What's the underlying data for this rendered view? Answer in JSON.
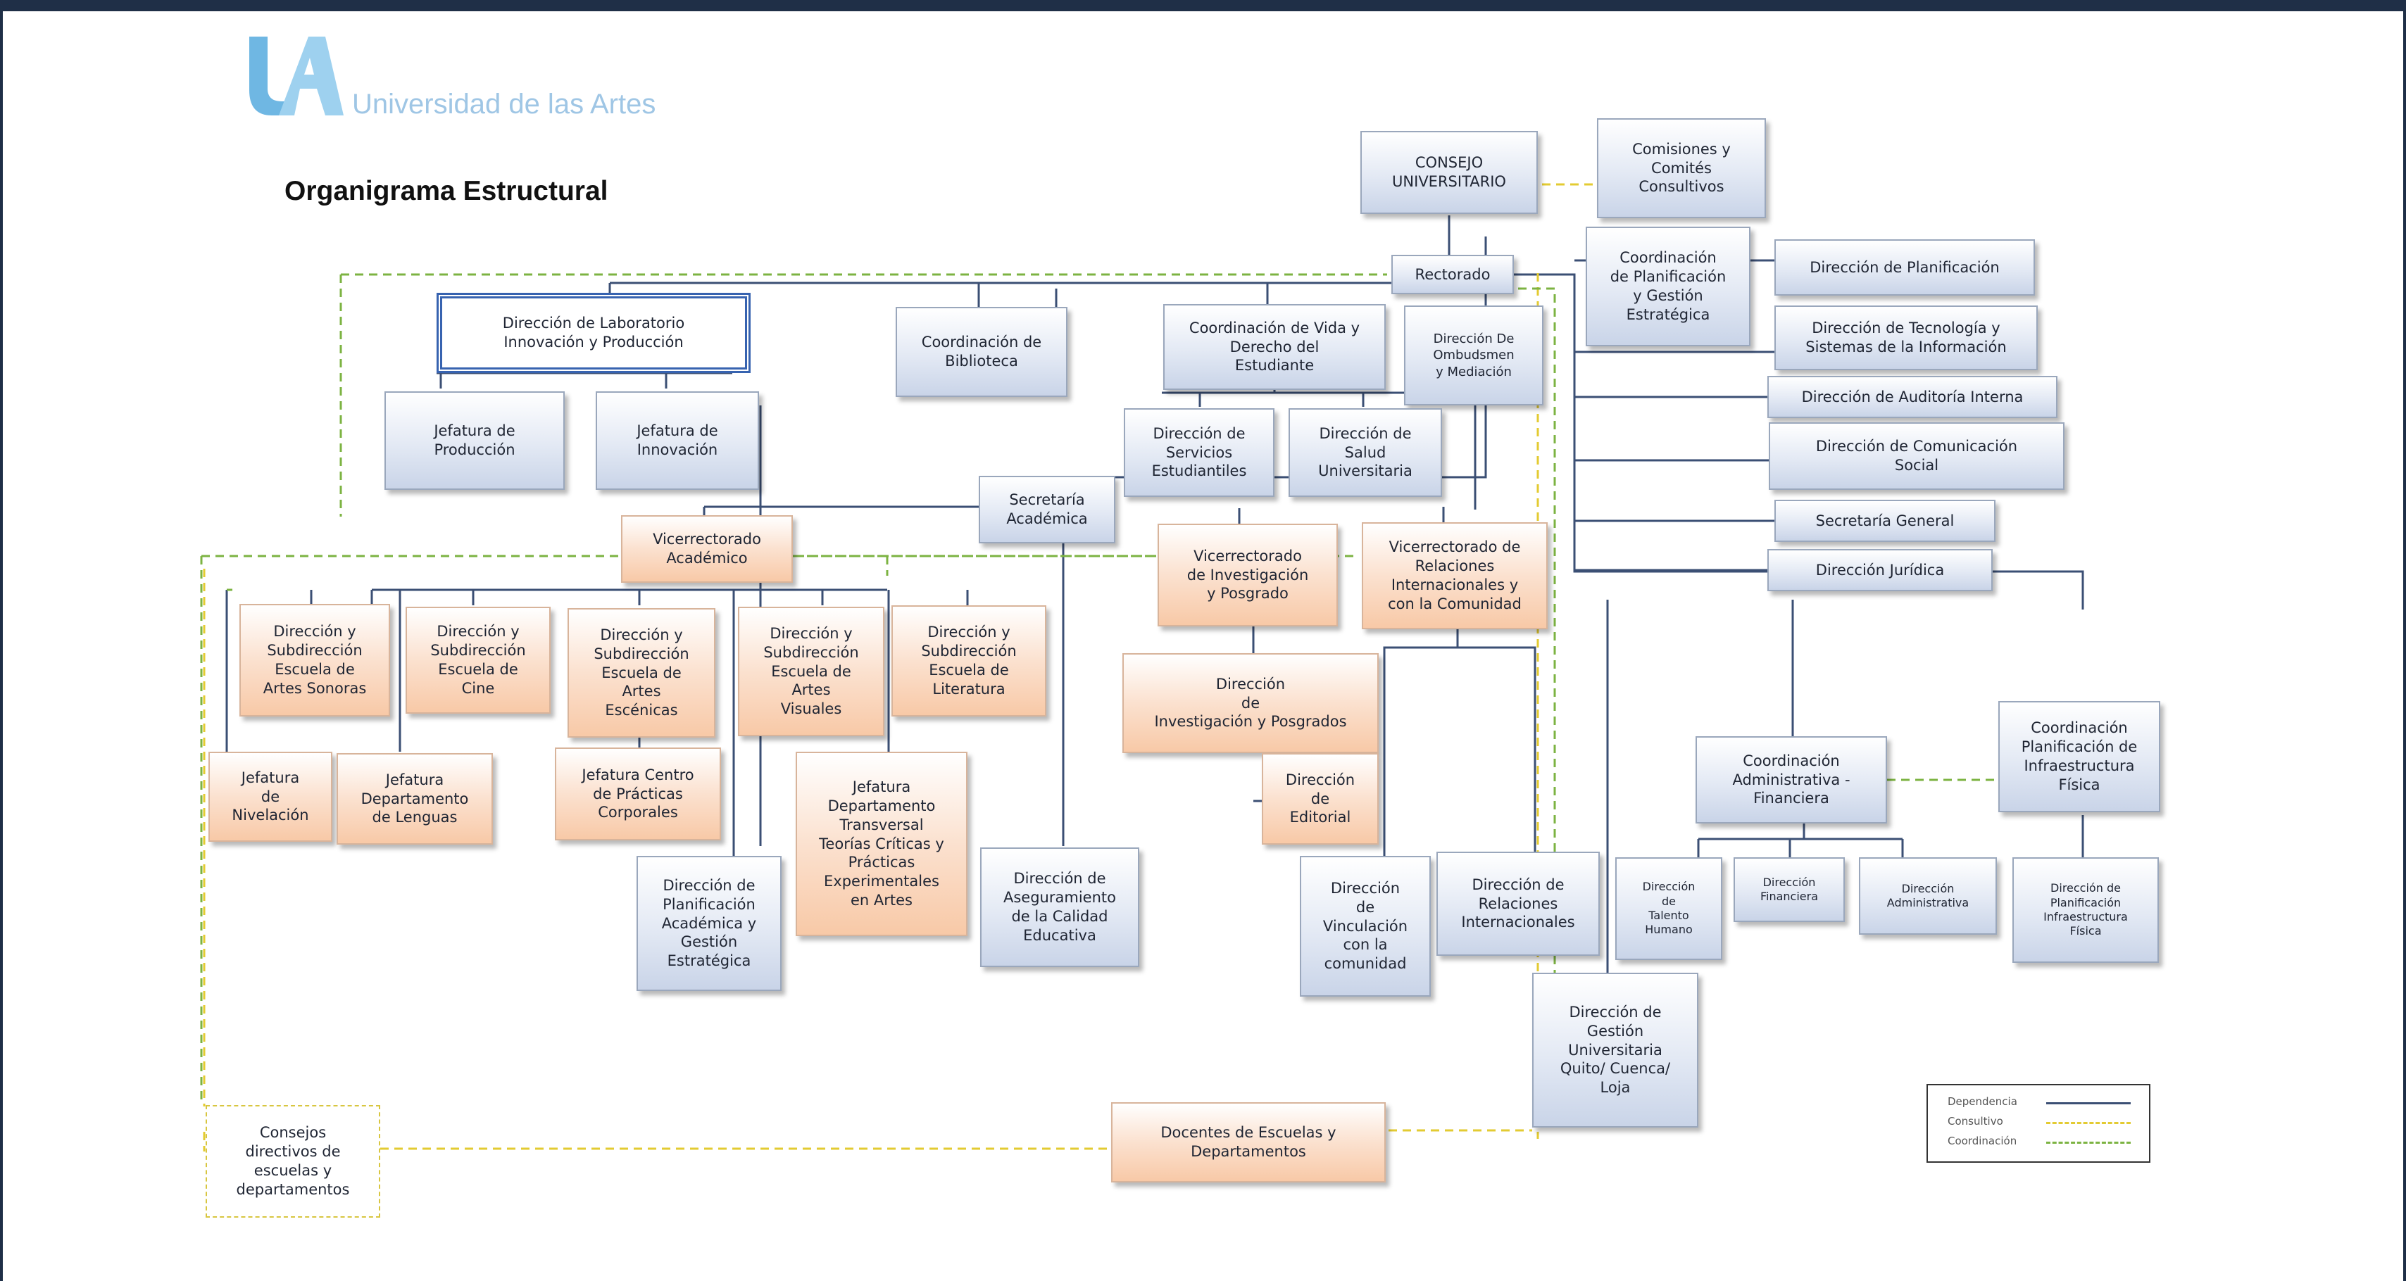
{
  "header": {
    "logo_text": "Universidad de las Artes",
    "title": "Organigrama Estructural"
  },
  "colors": {
    "dependencia": "#3b4f74",
    "consultivo": "#e3cb32",
    "coordinacion": "#7cb342",
    "orange_fill": "#f9caa7",
    "blue_fill": "#c9d4e8"
  },
  "boxes": {
    "consejo": "CONSEJO\nUNIVERSITARIO",
    "comisiones": "Comisiones y\nComités\nConsultivos",
    "rectorado": "Rectorado",
    "coord_planificacion": "Coordinación\nde Planificación\ny Gestión\nEstratégica",
    "dir_planificacion": "Dirección de Planificación",
    "dir_tecnologia": "Dirección de Tecnología y\nSistemas de la Información",
    "dir_auditoria": "Dirección de Auditoría Interna",
    "dir_comunicacion": "Dirección de Comunicación\nSocial",
    "secretaria_general": "Secretaría General",
    "dir_juridica": "Dirección Jurídica",
    "dir_laboratorio": "Dirección de Laboratorio\nInnovación y Producción",
    "jef_produccion": "Jefatura de\nProducción",
    "jef_innovacion": "Jefatura de\nInnovación",
    "coord_biblioteca": "Coordinación de\nBiblioteca",
    "coord_vida": "Coordinación de Vida y\nDerecho del\nEstudiante",
    "dir_ombudsman": "Dirección De\nOmbudsmen\ny Mediación",
    "dir_servicios": "Dirección de\nServicios\nEstudiantiles",
    "dir_salud": "Dirección de\nSalud\nUniversitaria",
    "secretaria_academica": "Secretaría\nAcadémica",
    "vice_academico": "Vicerrectorado\nAcadémico",
    "vice_investigacion": "Vicerrectorado\nde Investigación\ny Posgrado",
    "vice_relaciones": "Vicerrectorado de\nRelaciones\nInternacionales y\ncon la Comunidad",
    "esc_sonoras": "Dirección y\nSubdirección\nEscuela de\nArtes Sonoras",
    "esc_cine": "Dirección y\nSubdirección\nEscuela de\nCine",
    "esc_escenicas": "Dirección y\nSubdirección\nEscuela de\nArtes\nEscénicas",
    "esc_visuales": "Dirección y\nSubdirección\nEscuela de\nArtes\nVisuales",
    "esc_literatura": "Dirección y\nSubdirección\nEscuela de\nLiteratura",
    "dir_inv_posgrados": "Dirección\nde\nInvestigación y Posgrados",
    "dir_editorial": "Dirección\nde\nEditorial",
    "jef_nivelacion": "Jefatura\nde\nNivelación",
    "jef_lenguas": "Jefatura\nDepartamento\nde Lenguas",
    "jef_practicas": "Jefatura Centro\nde Prácticas\nCorporales",
    "jef_transversal": "Jefatura\nDepartamento\nTransversal\nTeorías Críticas y\nPrácticas\nExperimentales\nen Artes",
    "dir_plan_academica": "Dirección de\nPlanificación\nAcadémica y\nGestión\nEstratégica",
    "dir_aseguramiento": "Dirección de\nAseguramiento\nde la Calidad\nEducativa",
    "dir_vinculacion": "Dirección\nde\nVinculación\ncon la\ncomunidad",
    "dir_rel_internacionales": "Dirección de\nRelaciones\nInternacionales",
    "coord_administrativa": "Coordinación\nAdministrativa -\nFinanciera",
    "coord_infraestructura": "Coordinación\nPlanificación de\nInfraestructura\nFísica",
    "dir_talento": "Dirección\nde\nTalento\nHumano",
    "dir_financiera": "Dirección\nFinanciera",
    "dir_administrativa": "Dirección\nAdministrativa",
    "dir_plan_infraestructura": "Dirección de\nPlanificación\nInfraestructura\nFísica",
    "dir_gestion_universitaria": "Dirección de\nGestión\nUniversitaria\nQuito/ Cuenca/\nLoja",
    "consejos_directivos": "Consejos\ndirectivos de\nescuelas y\ndepartamentos",
    "docentes": "Docentes de Escuelas y\nDepartamentos"
  },
  "legend": {
    "dependencia": "Dependencia",
    "consultivo": "Consultivo",
    "coordinacion": "Coordinación"
  }
}
